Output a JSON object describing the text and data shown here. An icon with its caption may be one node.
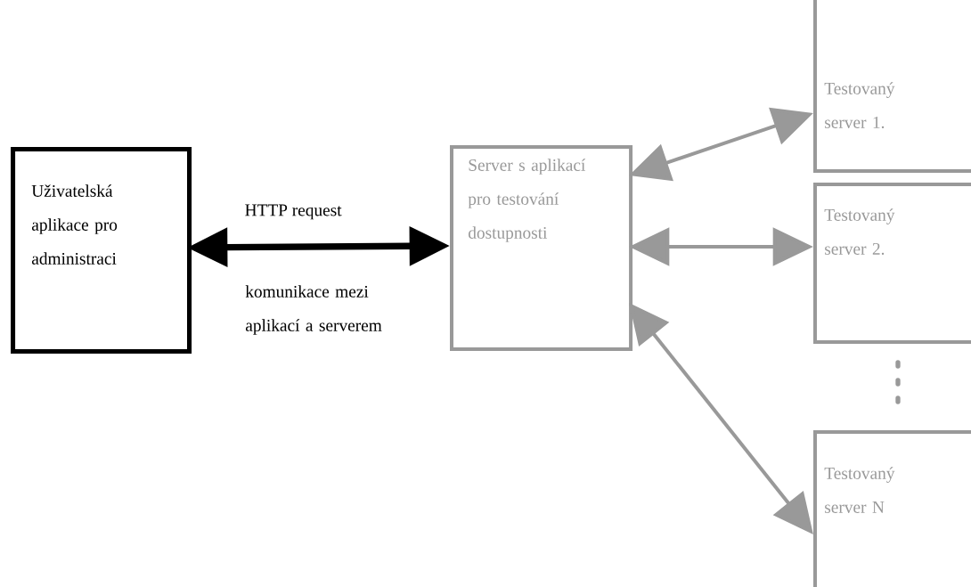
{
  "diagram": {
    "nodes": [
      {
        "text": [
          "Uživatelská aplikace pro administraci"
        ]
      },
      {
        "text": [
          "Server s aplikací pro testování dostupnosti"
        ]
      },
      {
        "text": [
          "Testovaný server 1."
        ]
      },
      {
        "text": [
          "Testovaný server 2."
        ]
      },
      {
        "text": [
          "Testovaný server N"
        ]
      }
    ],
    "edges": [
      {
        "from": 0,
        "to": 1,
        "arrow": "both",
        "label": "HTTP request",
        "color": "#000000",
        "style": "thick"
      },
      {
        "from": 1,
        "to": 2,
        "arrow": "both"
      },
      {
        "from": 1,
        "to": 3,
        "arrow": "both"
      },
      {
        "from": 1,
        "to": 4,
        "arrow": "both"
      }
    ],
    "labels": [
      "komunikace mezi aplikací a serverem"
    ]
  }
}
